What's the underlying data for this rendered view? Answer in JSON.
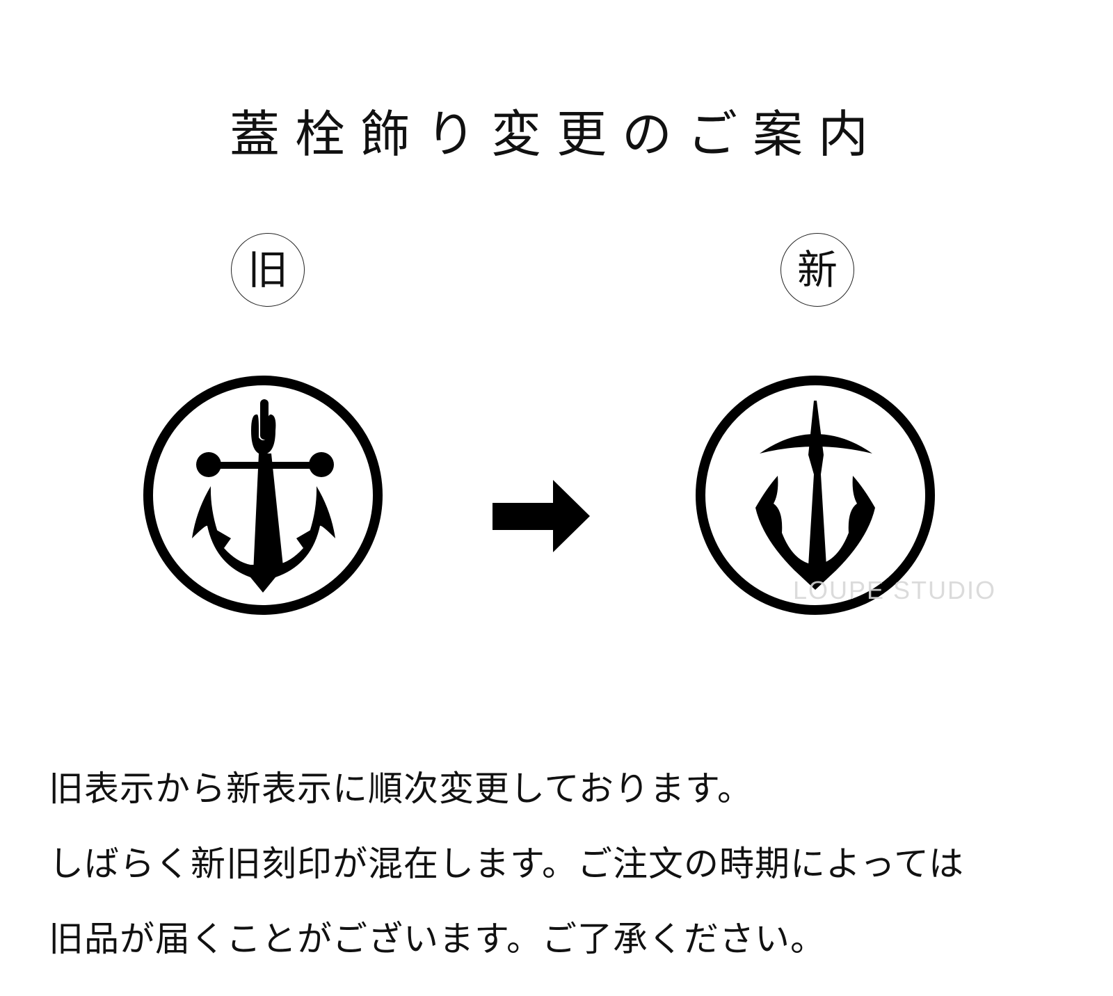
{
  "title": "蓋栓飾り変更のご案内",
  "comparison": {
    "old": {
      "label": "旧",
      "icon": "anchor-emblem-old"
    },
    "arrow": {
      "icon": "right-arrow"
    },
    "new": {
      "label": "新",
      "icon": "anchor-emblem-new"
    }
  },
  "notice": {
    "lines": [
      "旧表示から新表示に順次変更しております。",
      "しばらく新旧刻印が混在します。ご注文の時期によっては",
      "旧品が届くことがございます。ご了承ください。"
    ]
  },
  "watermark": "LOUPE STUDIO",
  "colors": {
    "ink": "#000000",
    "background": "#ffffff",
    "watermark": "#d8d8d8"
  }
}
